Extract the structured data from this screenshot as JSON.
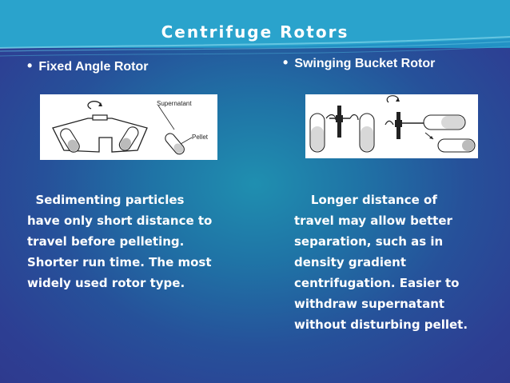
{
  "slide": {
    "title": "Centrifuge Rotors",
    "left": {
      "heading": "Fixed Angle Rotor",
      "diagram_labels": {
        "supernatant": "Supernatant",
        "pellet": "Pellet"
      },
      "lines": [
        "  Sedimenting particles",
        "have only short distance to",
        "travel before pelleting.",
        "Shorter run time. The most",
        "widely used rotor type."
      ]
    },
    "right": {
      "heading": "Swinging Bucket Rotor",
      "lines": [
        "    Longer distance of",
        "travel may allow better",
        "separation, such as in",
        "density gradient",
        "centrifugation. Easier to",
        "withdraw supernatant",
        "without disturbing pellet."
      ]
    }
  },
  "colors": {
    "header": "#2aa8cf",
    "background_center": "#1f8fb0",
    "background_edge": "#2e3a8e",
    "text": "#ffffff"
  }
}
